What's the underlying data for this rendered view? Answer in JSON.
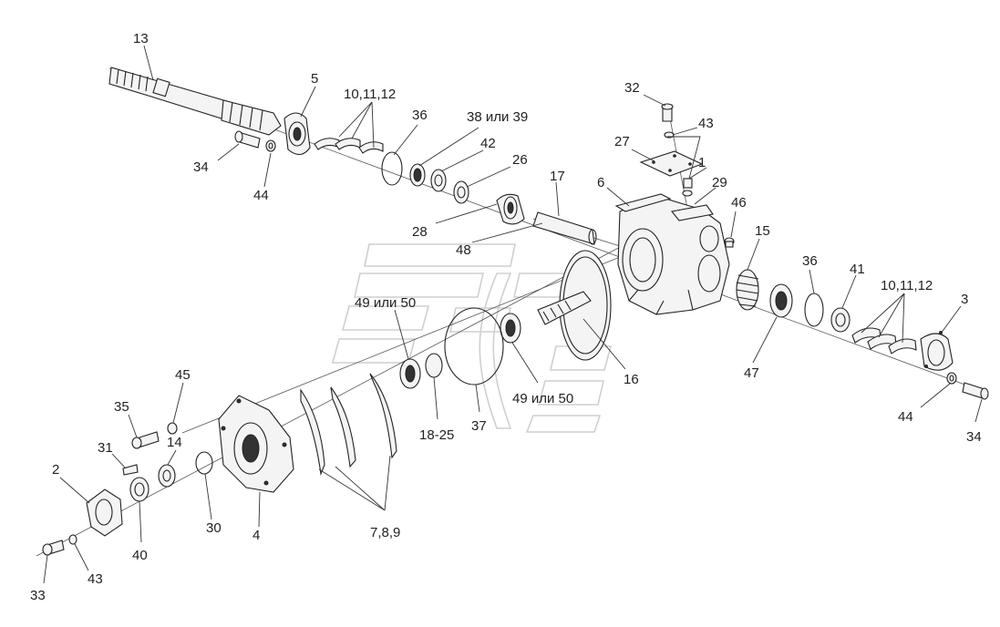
{
  "diagram": {
    "callouts": {
      "c13": "13",
      "c5": "5",
      "c10_11_12_top": "10,11,12",
      "c36_top": "36",
      "c38_39": "38 или 39",
      "c42": "42",
      "c26": "26",
      "c34_top": "34",
      "c44_top": "44",
      "c32": "32",
      "c43_top": "43",
      "c27": "27",
      "c1": "1",
      "c29": "29",
      "c6": "6",
      "c17": "17",
      "c28": "28",
      "c48": "48",
      "c46": "46",
      "c15": "15",
      "c36_right": "36",
      "c41": "41",
      "c10_11_12_right": "10,11,12",
      "c3": "3",
      "c49_50_left": "49 или 50",
      "c47": "47",
      "c16": "16",
      "c49_50_mid": "49 или 50",
      "c37": "37",
      "c18_25": "18-25",
      "c45": "45",
      "c35": "35",
      "c31": "31",
      "c14": "14",
      "c2": "2",
      "c30": "30",
      "c4": "4",
      "c40": "40",
      "c7_8_9": "7,8,9",
      "c33": "33",
      "c43_bottom": "43",
      "c44_right": "44",
      "c34_right": "34"
    }
  }
}
